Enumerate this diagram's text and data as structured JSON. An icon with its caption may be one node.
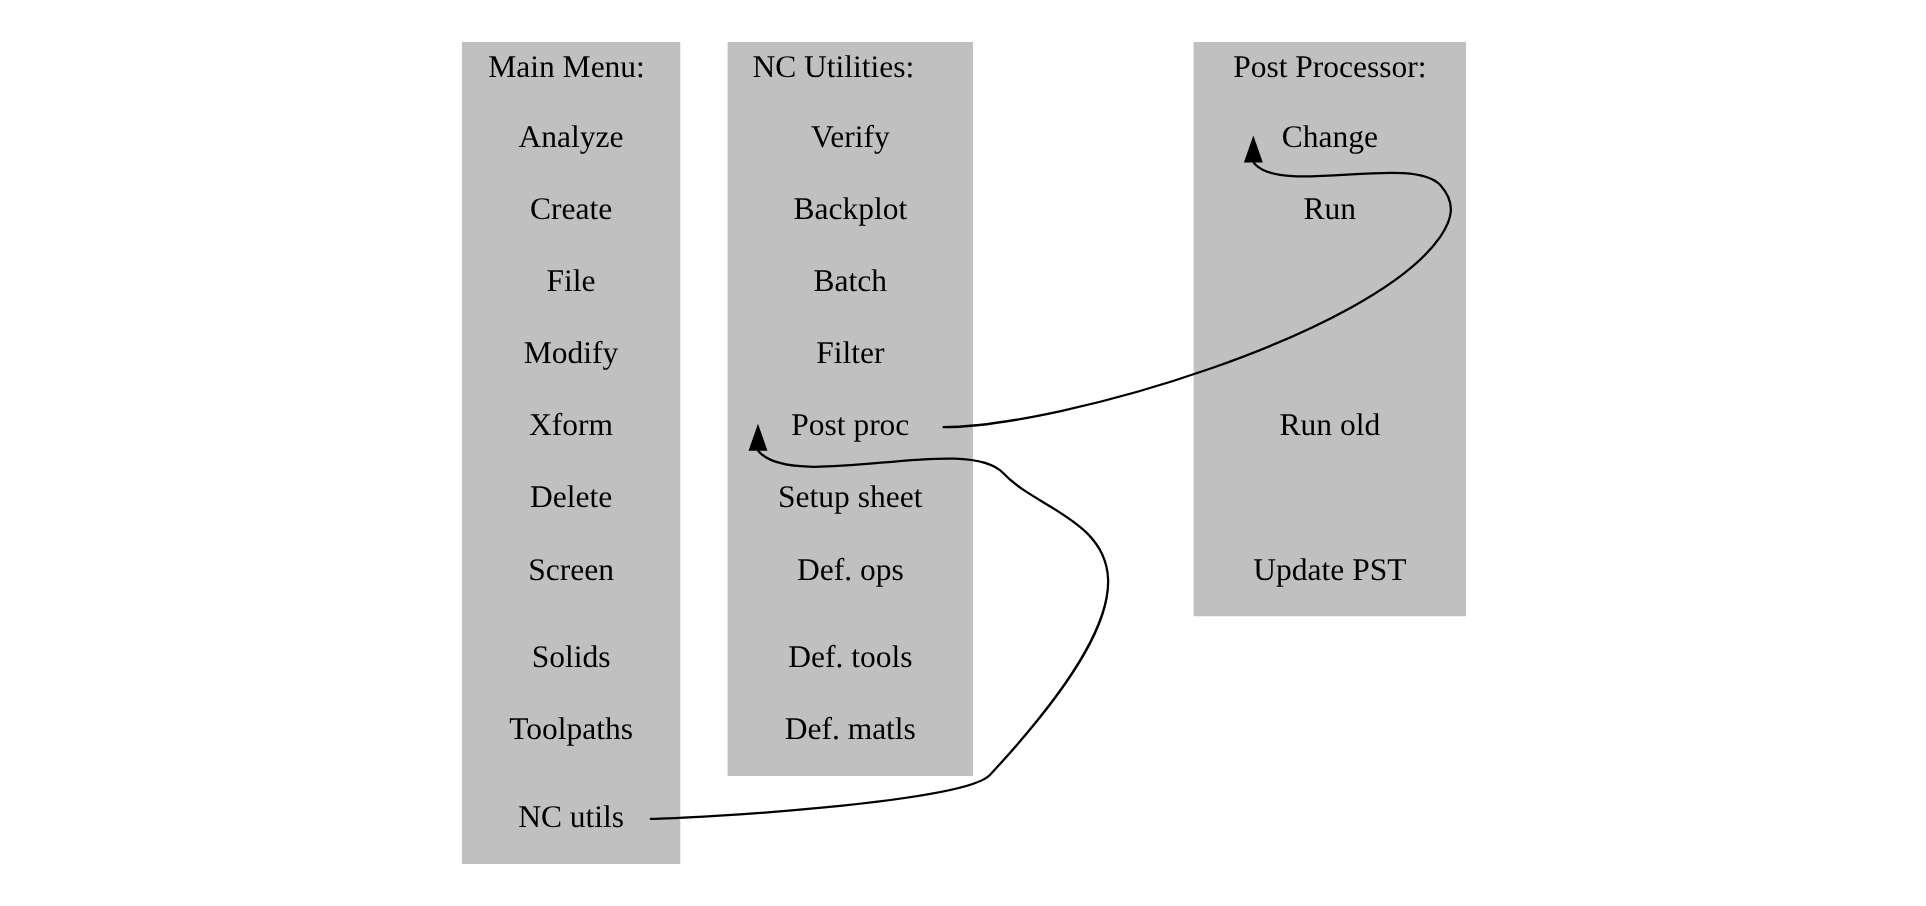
{
  "diagram": {
    "nodes": [
      {
        "text": [
          "Main Menu:"
        ]
      },
      {
        "text": [
          "Analyze"
        ],
        "in": 0
      },
      {
        "text": [
          "Create"
        ],
        "in": 0
      },
      {
        "text": [
          "File"
        ],
        "in": 0
      },
      {
        "text": [
          "Modify"
        ],
        "in": 0
      },
      {
        "text": [
          "Xform"
        ],
        "in": 0
      },
      {
        "text": [
          "Delete"
        ],
        "in": 0
      },
      {
        "text": [
          "Screen"
        ],
        "in": 0
      },
      {
        "text": [
          "Solids"
        ],
        "in": 0
      },
      {
        "text": [
          "Toolpaths"
        ],
        "in": 0
      },
      {
        "text": [
          "NC utils"
        ],
        "in": 0
      },
      {
        "text": [
          "NC Utilities:"
        ]
      },
      {
        "text": [
          "Verify"
        ],
        "in": 11
      },
      {
        "text": [
          "Backplot"
        ],
        "in": 11
      },
      {
        "text": [
          "Batch"
        ],
        "in": 11
      },
      {
        "text": [
          "Filter"
        ],
        "in": 11
      },
      {
        "text": [
          "Post proc"
        ],
        "in": 11
      },
      {
        "text": [
          "Setup sheet"
        ],
        "in": 11
      },
      {
        "text": [
          "Def. ops"
        ],
        "in": 11
      },
      {
        "text": [
          "Def. tools"
        ],
        "in": 11
      },
      {
        "text": [
          "Def. matls"
        ],
        "in": 11
      },
      {
        "text": [
          "Post Processor:"
        ]
      },
      {
        "text": [
          "Change"
        ],
        "in": 21
      },
      {
        "text": [
          "Run"
        ],
        "in": 21
      },
      {
        "text": [
          "Run old"
        ],
        "in": 21
      },
      {
        "text": [
          "Update PST"
        ],
        "in": 21
      }
    ],
    "edges": [
      {
        "from": 10,
        "to": 16,
        "arrow": "to"
      },
      {
        "from": 16,
        "to": 22,
        "arrow": "to"
      }
    ]
  }
}
